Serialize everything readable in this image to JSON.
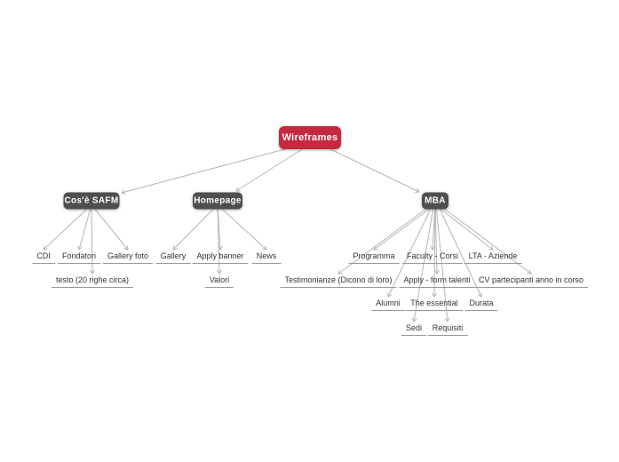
{
  "palette": {
    "canvas_bg": "#ffffff",
    "root_bg": "#c5293f",
    "topic_bg": "#4f4f4f",
    "node_text": "#ffffff",
    "leaf_text": "#333333",
    "edge_color": "#b5b5b5",
    "underline_color": "#9a9a9a"
  },
  "mindmap": {
    "nodes": [
      {
        "id": "wireframes",
        "label": "Wireframes",
        "kind": "root",
        "parent": null
      },
      {
        "id": "cose-safm",
        "label": "Cos'è SAFM",
        "kind": "topic",
        "parent": "wireframes"
      },
      {
        "id": "homepage",
        "label": "Homepage",
        "kind": "topic",
        "parent": "wireframes"
      },
      {
        "id": "mba",
        "label": "MBA",
        "kind": "topic",
        "parent": "wireframes"
      },
      {
        "id": "cdi",
        "label": "CDI",
        "kind": "leaf",
        "parent": "cose-safm"
      },
      {
        "id": "fondatori",
        "label": "Fondatori",
        "kind": "leaf",
        "parent": "cose-safm"
      },
      {
        "id": "gallery-foto",
        "label": "Gallery foto",
        "kind": "leaf",
        "parent": "cose-safm"
      },
      {
        "id": "testo",
        "label": "testo (20 righe circa)",
        "kind": "leaf",
        "parent": "cose-safm"
      },
      {
        "id": "gallery",
        "label": "Gallery",
        "kind": "leaf",
        "parent": "homepage"
      },
      {
        "id": "apply-banner",
        "label": "Apply banner",
        "kind": "leaf",
        "parent": "homepage"
      },
      {
        "id": "news",
        "label": "News",
        "kind": "leaf",
        "parent": "homepage"
      },
      {
        "id": "valori",
        "label": "Valori",
        "kind": "leaf",
        "parent": "homepage"
      },
      {
        "id": "programma",
        "label": "Programma",
        "kind": "leaf",
        "parent": "mba"
      },
      {
        "id": "faculty-corsi",
        "label": "Faculty - Corsi",
        "kind": "leaf",
        "parent": "mba"
      },
      {
        "id": "lta-aziende",
        "label": "LTA - Aziende",
        "kind": "leaf",
        "parent": "mba"
      },
      {
        "id": "testimonianze",
        "label": "Testimonianze (Dicono di loro)",
        "kind": "leaf",
        "parent": "mba"
      },
      {
        "id": "apply-form-talenti",
        "label": "Apply - form talenti",
        "kind": "leaf",
        "parent": "mba"
      },
      {
        "id": "cv-partecipanti",
        "label": "CV partecipanti anno in corso",
        "kind": "leaf",
        "parent": "mba"
      },
      {
        "id": "alumni",
        "label": "Alumni",
        "kind": "leaf",
        "parent": "mba"
      },
      {
        "id": "the-essential",
        "label": "The essential",
        "kind": "leaf",
        "parent": "mba"
      },
      {
        "id": "durata",
        "label": "Durata",
        "kind": "leaf",
        "parent": "mba"
      },
      {
        "id": "sedi",
        "label": "Sedi",
        "kind": "leaf",
        "parent": "mba"
      },
      {
        "id": "requisiti",
        "label": "Requisiti",
        "kind": "leaf",
        "parent": "mba"
      }
    ]
  }
}
